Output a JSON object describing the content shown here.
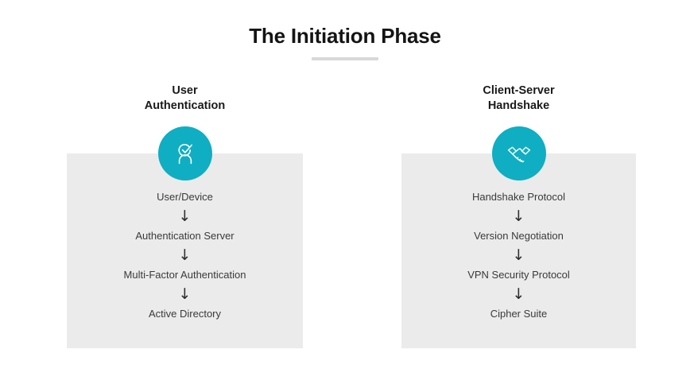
{
  "slide": {
    "title": "The Initiation Phase",
    "background_color": "#ffffff",
    "accent_color": "#0FAEC3",
    "panel_color": "#ebebeb",
    "rule_color": "#d8d8d8",
    "text_color": "#3a3a3a"
  },
  "columns": [
    {
      "heading": "User\nAuthentication",
      "icon": "user-check-icon",
      "steps": [
        "User/Device",
        "Authentication Server",
        "Multi-Factor Authentication",
        "Active Directory"
      ],
      "arrow": "↓"
    },
    {
      "heading": "Client-Server\nHandshake",
      "icon": "handshake-icon",
      "steps": [
        "Handshake Protocol",
        "Version Negotiation",
        "VPN Security Protocol",
        "Cipher Suite"
      ],
      "arrow": "↓"
    }
  ]
}
